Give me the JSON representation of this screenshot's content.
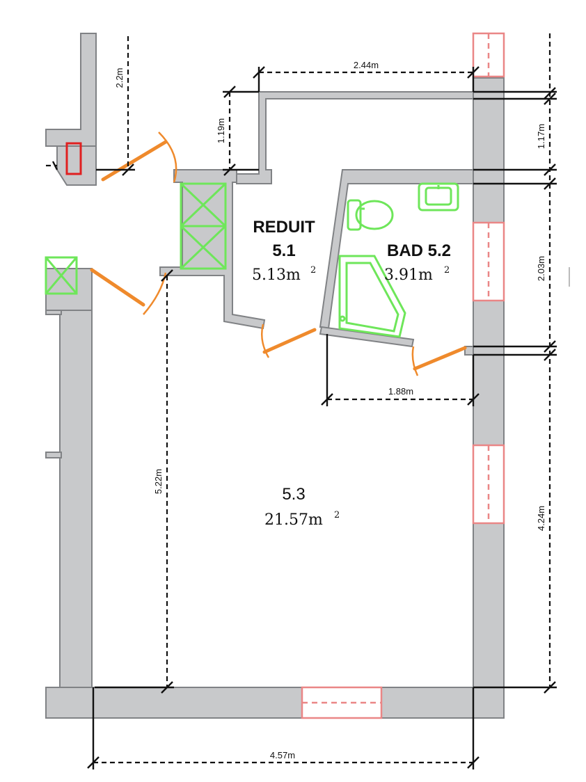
{
  "rooms": {
    "reduit": {
      "name": "REDUIT",
      "number": "5.1",
      "area": "5.13m",
      "area_unit_sup": "2"
    },
    "bad": {
      "name": "BAD 5.2",
      "area": "3.91m",
      "area_unit_sup": "2"
    },
    "main": {
      "number": "5.3",
      "area": "21.57m",
      "area_unit_sup": "2"
    }
  },
  "dimensions": {
    "top_width": "2.44m",
    "left_top": "2.2m",
    "reduit_height": "1.19m",
    "right_top": "1.17m",
    "right_middle": "2.03m",
    "bath_width": "1.88m",
    "main_height": "5.22m",
    "right_bottom": "4.24m",
    "bottom_width": "4.57m"
  },
  "colors": {
    "wall_fill": "#c8c9cb",
    "wall_stroke": "#808285",
    "door": "#ef8a2c",
    "fixture": "#6ee65a",
    "window": "#ea8686",
    "chimney": "#e02020"
  }
}
